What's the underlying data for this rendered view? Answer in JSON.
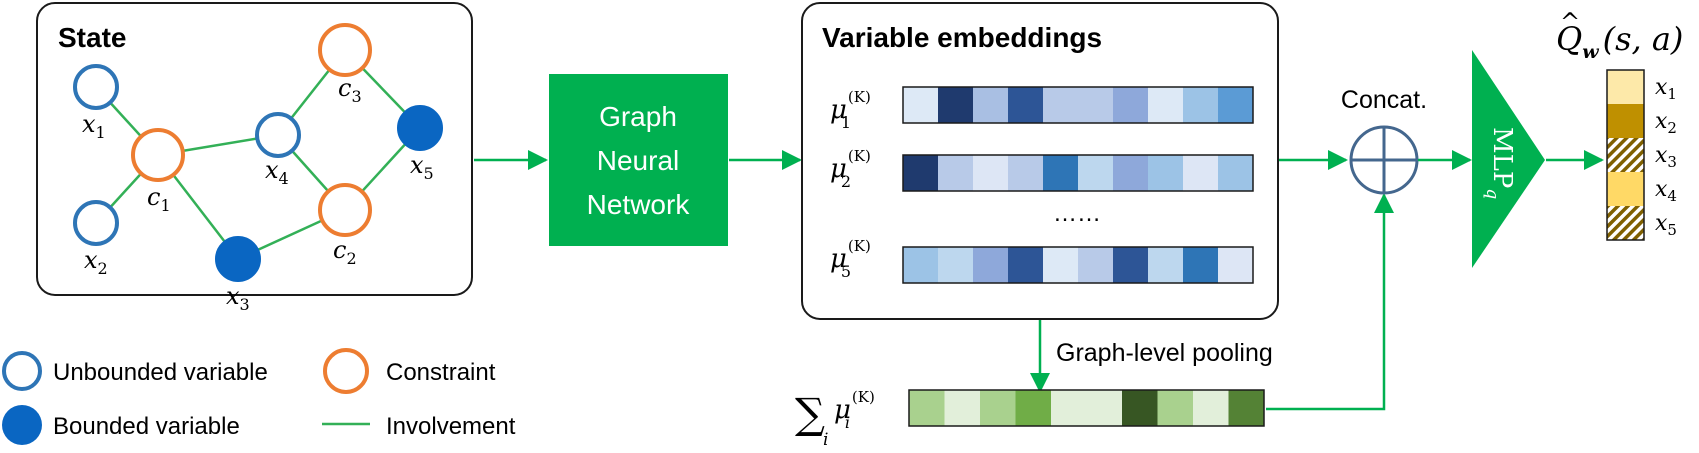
{
  "state": {
    "title": "State",
    "variables": [
      {
        "base": "x",
        "sub": "1",
        "bounded": false
      },
      {
        "base": "x",
        "sub": "2",
        "bounded": false
      },
      {
        "base": "x",
        "sub": "3",
        "bounded": true
      },
      {
        "base": "x",
        "sub": "4",
        "bounded": false
      },
      {
        "base": "x",
        "sub": "5",
        "bounded": true
      }
    ],
    "constraints": [
      {
        "base": "c",
        "sub": "1"
      },
      {
        "base": "c",
        "sub": "2"
      },
      {
        "base": "c",
        "sub": "3"
      }
    ]
  },
  "legend": {
    "unbounded": "Unbounded variable",
    "bounded": "Bounded variable",
    "constraint": "Constraint",
    "involvement": "Involvement"
  },
  "gnn": {
    "line1": "Graph",
    "line2": "Neural",
    "line3": "Network"
  },
  "embeddings": {
    "title": "Variable embeddings",
    "rows": [
      {
        "symbol": "μ",
        "sub": "1",
        "sup": "(K)",
        "colors": [
          "#dde9f6",
          "#1f3a6e",
          "#a9bfe3",
          "#2d5596",
          "#b8cae8",
          "#b8cae8",
          "#8ea8da",
          "#dde9f6",
          "#9cc3e6",
          "#5b9bd5"
        ]
      },
      {
        "symbol": "μ",
        "sub": "2",
        "sup": "(K)",
        "colors": [
          "#1f3a6e",
          "#b8cae8",
          "#dde6f5",
          "#b8cae8",
          "#2e75b6",
          "#bdd7ee",
          "#8ea8da",
          "#9cc3e6",
          "#dde6f5",
          "#9cc3e6"
        ]
      },
      {
        "symbol": "μ",
        "sub": "5",
        "sup": "(K)",
        "colors": [
          "#9cc3e6",
          "#bdd7ee",
          "#8ea8da",
          "#2d5596",
          "#dde9f6",
          "#b8cae8",
          "#2d5596",
          "#bdd7ee",
          "#2e75b6",
          "#dde6f5"
        ]
      }
    ],
    "ellipsis": "……"
  },
  "pooling": {
    "label": "Graph-level pooling",
    "sum_symbol": "∑",
    "sum_index": "i",
    "symbol": "μ",
    "sub": "i",
    "sup": "(K)",
    "colors": [
      "#a9d18e",
      "#e2efda",
      "#a9d18e",
      "#70ad47",
      "#e2efda",
      "#e2efda",
      "#375623",
      "#a9d18e",
      "#e2efda",
      "#548235"
    ]
  },
  "concat": {
    "label": "Concat."
  },
  "mlp": {
    "label": "MLP",
    "sub": "q"
  },
  "q_output": {
    "q": "Q",
    "hat": "^",
    "sub": "w",
    "args": "(s, a)",
    "entries": [
      {
        "base": "x",
        "sub": "1",
        "color": "#fde9a9",
        "hatched": false
      },
      {
        "base": "x",
        "sub": "2",
        "color": "#bf9000",
        "hatched": false
      },
      {
        "base": "x",
        "sub": "3",
        "color": "#ffffff",
        "hatched": true
      },
      {
        "base": "x",
        "sub": "4",
        "color": "#ffd966",
        "hatched": false
      },
      {
        "base": "x",
        "sub": "5",
        "color": "#ffffff",
        "hatched": true
      }
    ]
  },
  "colors": {
    "green": "#00b050",
    "edge_green": "#33b057",
    "unbounded_blue": "#2e75b6",
    "bounded_blue": "#0a66c2",
    "constraint_orange": "#ed7d31",
    "hatch": "#7f6000"
  }
}
